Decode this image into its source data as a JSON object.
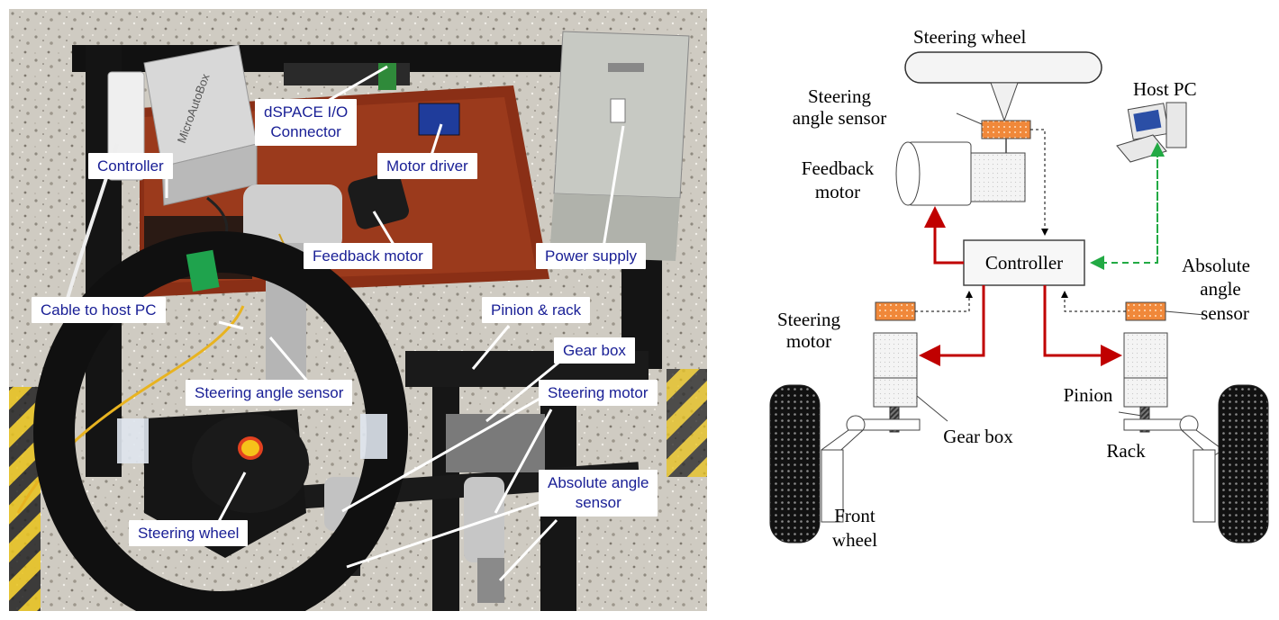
{
  "photo": {
    "labels": {
      "controller": "Controller",
      "dspace_io": [
        "dSPACE I/O",
        "Connector"
      ],
      "motor_driver": "Motor driver",
      "feedback_motor": "Feedback motor",
      "power_supply": "Power supply",
      "cable_to_host": "Cable to host PC",
      "pinion_rack": "Pinion & rack",
      "gear_box": "Gear box",
      "steering_angle_sensor": "Steering angle sensor",
      "steering_motor": "Steering motor",
      "absolute_angle_sensor": [
        "Absolute angle",
        "sensor"
      ],
      "steering_wheel": "Steering wheel"
    },
    "device_text": "MicroAutoBox"
  },
  "diagram": {
    "labels": {
      "steering_wheel": "Steering wheel",
      "steering_angle_sensor": [
        "Steering",
        "angle sensor"
      ],
      "host_pc": "Host PC",
      "feedback_motor": [
        "Feedback",
        "motor"
      ],
      "controller": "Controller",
      "absolute_angle_sensor": [
        "Absolute",
        "angle",
        "sensor"
      ],
      "steering_motor": [
        "Steering",
        "motor"
      ],
      "pinion": "Pinion",
      "gear_box": "Gear box",
      "rack": "Rack",
      "front_wheel": [
        "Front",
        "wheel"
      ]
    },
    "colors": {
      "power_arrow": "#c00000",
      "comm_arrow": "#22aa44",
      "sensor_fill": "#f0883a"
    }
  }
}
